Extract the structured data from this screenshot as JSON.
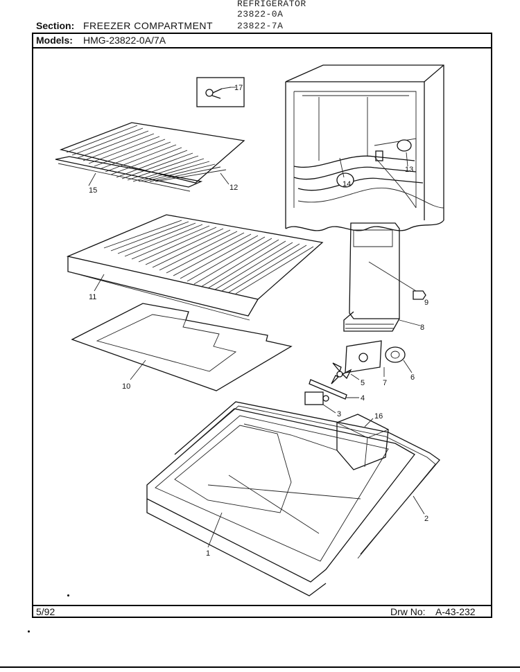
{
  "header": {
    "product": "REFRIGERATOR",
    "model_code_1": "23822-0A",
    "model_code_2": "23822-7A",
    "section_label": "Section:",
    "section_value": "FREEZER COMPARTMENT",
    "models_label": "Models:",
    "models_value": "HMG-23822-0A/7A"
  },
  "footer": {
    "date": "5/92",
    "drawing_label": "Drw No:",
    "drawing_number": "A-43-232"
  },
  "callouts": {
    "c1": "1",
    "c2": "2",
    "c3": "3",
    "c4": "4",
    "c5": "5",
    "c6": "6",
    "c7": "7",
    "c8": "8",
    "c9": "9",
    "c10": "10",
    "c11": "11",
    "c12": "12",
    "c13": "13",
    "c14": "14",
    "c15": "15",
    "c16": "16",
    "c17": "17"
  }
}
